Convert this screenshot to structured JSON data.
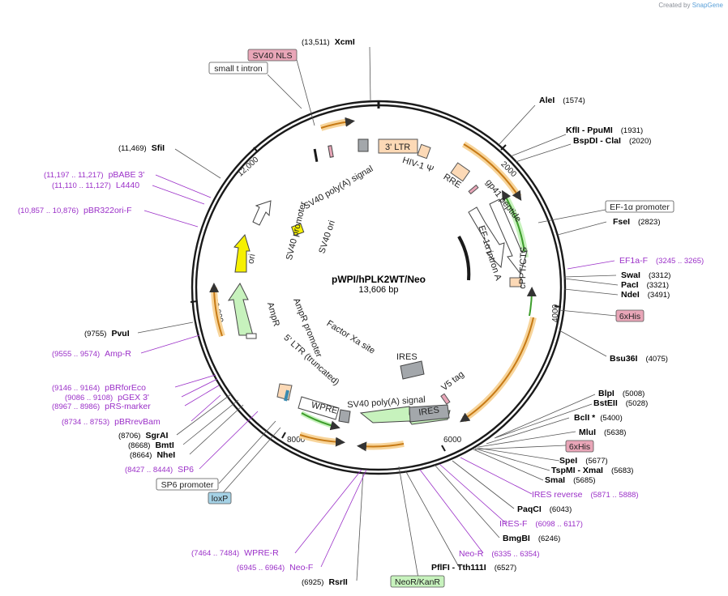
{
  "credit": {
    "prefix": "Created by",
    "brand": "SnapGene"
  },
  "plasmid": {
    "name": "pWPI/hPLK2WT/Neo",
    "size": "13,606 bp"
  },
  "colors": {
    "backbone": "#1a1a1a",
    "primer": "#9b30c8",
    "site": "#000000",
    "orange": "#f0a33a",
    "green": "#9ee58f",
    "peach": "#fcd9b6",
    "gray": "#a3a7ab",
    "yellow": "#f6f000",
    "pink": "#e9a6b8",
    "blue": "#a5d2e6"
  },
  "ticks": [
    "2000",
    "4000",
    "6000",
    "8000",
    "10,000",
    "12,000"
  ],
  "sites": [
    {
      "name": "XcmI",
      "pos": "(13,511)"
    },
    {
      "name": "AleI",
      "pos": "(1574)"
    },
    {
      "name": "KflI - PpuMI",
      "pos": "(1931)"
    },
    {
      "name": "BspDI - ClaI",
      "pos": "(2020)"
    },
    {
      "name": "FseI",
      "pos": "(2823)"
    },
    {
      "name": "SwaI",
      "pos": "(3312)"
    },
    {
      "name": "PacI",
      "pos": "(3321)"
    },
    {
      "name": "NdeI",
      "pos": "(3491)"
    },
    {
      "name": "Bsu36I",
      "pos": "(4075)"
    },
    {
      "name": "BlpI",
      "pos": "(5008)"
    },
    {
      "name": "BstEII",
      "pos": "(5028)"
    },
    {
      "name": "BclI *",
      "pos": "(5400)"
    },
    {
      "name": "MluI",
      "pos": "(5638)"
    },
    {
      "name": "SpeI",
      "pos": "(5677)"
    },
    {
      "name": "TspMI - XmaI",
      "pos": "(5683)"
    },
    {
      "name": "SmaI",
      "pos": "(5685)"
    },
    {
      "name": "PaqCI",
      "pos": "(6043)"
    },
    {
      "name": "BmgBI",
      "pos": "(6246)"
    },
    {
      "name": "PflFI - Tth111I",
      "pos": "(6527)"
    },
    {
      "name": "RsrII",
      "pos": "(6925)"
    },
    {
      "name": "SgrAI",
      "pos": "(8706)"
    },
    {
      "name": "BmtI",
      "pos": "(8668)"
    },
    {
      "name": "NheI",
      "pos": "(8664)"
    },
    {
      "name": "PvuI",
      "pos": "(9755)"
    },
    {
      "name": "SfiI",
      "pos": "(11,469)"
    }
  ],
  "primers": [
    {
      "name": "EF1a-F",
      "pos": "(3245 .. 3265)"
    },
    {
      "name": "IRES reverse",
      "pos": "(5871 .. 5888)"
    },
    {
      "name": "IRES-F",
      "pos": "(6098 .. 6117)"
    },
    {
      "name": "Neo-R",
      "pos": "(6335 .. 6354)"
    },
    {
      "name": "Neo-F",
      "pos": "(6945 .. 6964)"
    },
    {
      "name": "WPRE-R",
      "pos": "(7464 .. 7484)"
    },
    {
      "name": "SP6",
      "pos": "(8427 .. 8444)"
    },
    {
      "name": "pBRrevBam",
      "pos": "(8734 .. 8753)"
    },
    {
      "name": "pRS-marker",
      "pos": "(8967 .. 8986)"
    },
    {
      "name": "pGEX 3'",
      "pos": "(9086 .. 9108)"
    },
    {
      "name": "pBRforEco",
      "pos": "(9146 .. 9164)"
    },
    {
      "name": "Amp-R",
      "pos": "(9555 .. 9574)"
    },
    {
      "name": "pBR322ori-F",
      "pos": "(10,857 .. 10,876)"
    },
    {
      "name": "L4440",
      "pos": "(11,110 .. 11,127)"
    },
    {
      "name": "pBABE 3'",
      "pos": "(11,197 .. 11,217)"
    }
  ],
  "boxed_labels": [
    {
      "text": "SV40 NLS"
    },
    {
      "text": "small t intron"
    },
    {
      "text": "EF-1α promoter"
    },
    {
      "text": "6xHis"
    },
    {
      "text": "6xHis"
    },
    {
      "text": "NeoR/KanR"
    },
    {
      "text": "SP6 promoter"
    },
    {
      "text": "loxP"
    }
  ],
  "features": [
    {
      "text": "3' LTR"
    },
    {
      "text": "HIV-1 Ψ"
    },
    {
      "text": "RRE"
    },
    {
      "text": "gp41 peptide"
    },
    {
      "text": "EF-1α intron A"
    },
    {
      "text": "cPPT/CTS"
    },
    {
      "text": "V5 tag"
    },
    {
      "text": "IRES"
    },
    {
      "text": "IRES"
    },
    {
      "text": "SV40 poly(A) signal"
    },
    {
      "text": "WPRE"
    },
    {
      "text": "5' LTR (truncated)"
    },
    {
      "text": "Factor Xa site"
    },
    {
      "text": "AmpR promoter"
    },
    {
      "text": "AmpR"
    },
    {
      "text": "ori"
    },
    {
      "text": "SV40 promoter"
    },
    {
      "text": "SV40 ori"
    },
    {
      "text": "SV40 poly(A) signal"
    }
  ]
}
